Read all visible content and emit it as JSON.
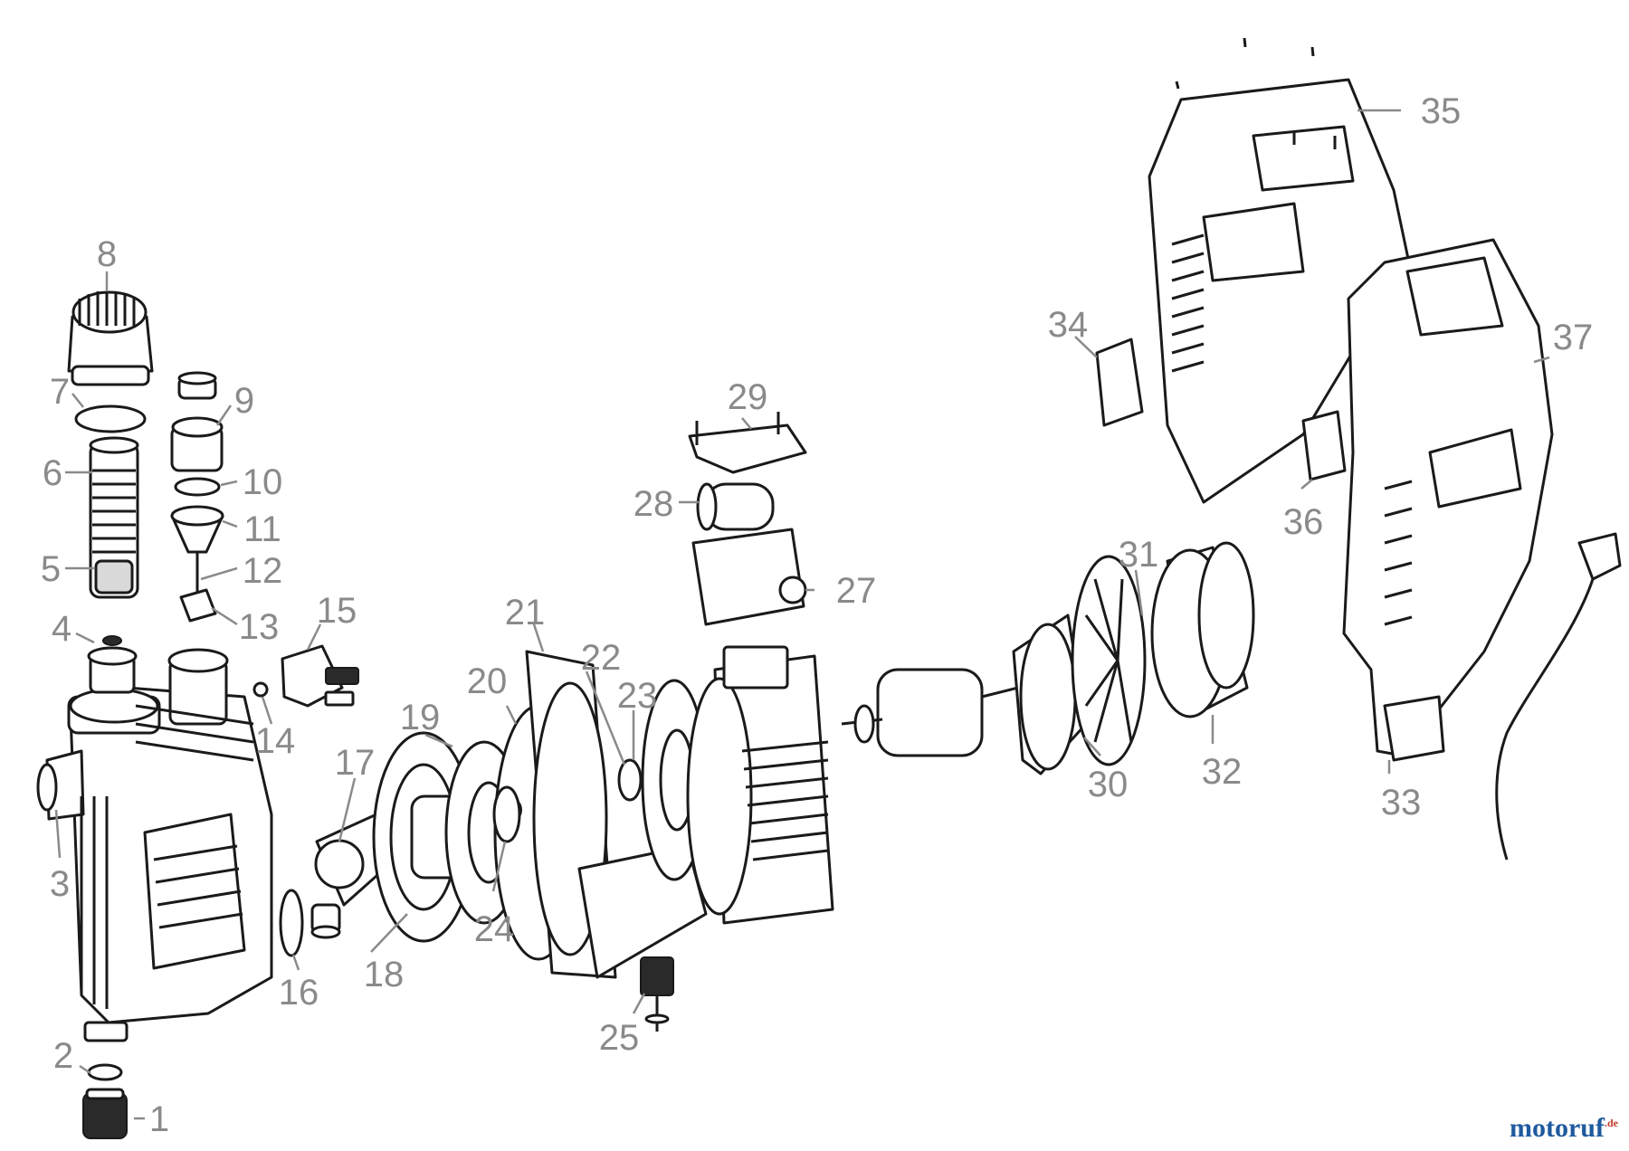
{
  "labels": [
    "1",
    "2",
    "3",
    "4",
    "5",
    "6",
    "7",
    "8",
    "9",
    "10",
    "11",
    "12",
    "13",
    "14",
    "15",
    "16",
    "17",
    "18",
    "19",
    "20",
    "21",
    "22",
    "23",
    "24",
    "25",
    "27",
    "28",
    "29",
    "30",
    "31",
    "32",
    "33",
    "34",
    "35",
    "36",
    "37"
  ],
  "watermark": {
    "name": "motoruf",
    "tld": ".de"
  },
  "colors": {
    "label": "#8a8a8a",
    "line": "#1a1a1a",
    "brand": "#1f5a9e",
    "brand_tld": "#c0392b"
  }
}
